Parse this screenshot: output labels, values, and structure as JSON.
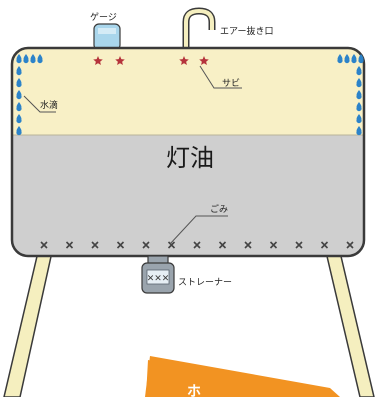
{
  "labels": {
    "gauge": "ゲージ",
    "air_vent": "エアー抜き口",
    "rust": "サビ",
    "water_drops": "水滴",
    "kerosene": "灯油",
    "dust": "ごみ",
    "strainer": "ストレーナー",
    "banner_text": "ホ"
  },
  "colors": {
    "tank_outline": "#3a3a3a",
    "air_layer": "#f8f0c6",
    "kerosene_layer": "#cfcfcf",
    "legs": "#f5efbf",
    "gauge": "#a9d6ec",
    "water_drop": "#2c83c9",
    "rust_star": "#b5333b",
    "dust_mark": "#444444",
    "strainer": "#9aa4ad",
    "banner": "#f29322"
  },
  "markers": {
    "water_drop_icon": "water-drop",
    "rust_icon": "star",
    "dust_icon": "x-mark"
  }
}
